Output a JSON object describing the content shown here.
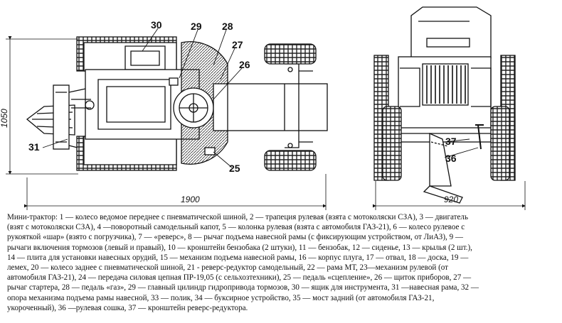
{
  "dimensions": {
    "height": "1050",
    "length": "1900",
    "width": "920"
  },
  "callouts": [
    "30",
    "29",
    "28",
    "27",
    "26",
    "31",
    "25",
    "37",
    "36"
  ],
  "caption_lines": [
    "Мини-трактор: 1 — колесо ведомое переднее с пневматической шиной, 2 — трапеция рулевая (взята с  мотоколяски СЗА), 3 — двигатель",
    "(взят с мотоколяски СЗА), 4 —поворотный самодельный капот, 5 — колонка рулевая (взята с автомобиля ГАЗ-21), 6 — колесо рулевое с",
    "рукояткой «шар» (взято с погрузчика), 7 — «реверс», 8 — рычаг подъема навесной рамы (с фиксирующим устройством, от ЛиАЗ), 9 —",
    "рычаги включения тормозов (левый и правый), 10 — кронштейн бензобака (2 штуки), 11 — бензобак, 12 — сиденье, 13 — крылья (2 шт.),",
    "14 — плита для установки навесных орудий, 15 — механизм подъема навесной рамы, 16 — корпус плуга, 17 — отвал, 18 — доска, 19 —",
    "лемех, 20 — колесо заднее с пневматической шиной, 21 - реверс-редуктор самодельный, 22 — рама МТ, 23—механизм рулевой (от",
    "автомобиля ГАЗ-21), 24 — передача силовая цепная ПР-19,05 (с сельхозтехники), 25 — педаль «сцепление», 26 — щиток приборов, 27 —",
    "рычаг стартера, 28 — педаль «газ», 29 — главный цилиндр гидропривода тормозов, 30 — ящик для инструмента, 31 —навесная рама, 32 —",
    "опора механизма подъема рамы навесной, 33 — полик, 34 — буксирное устройство, 35 — мост задний (от автомобиля ГАЗ-21,",
    "укороченный), 36 —рулевая сошка, 37 — кронштейн реверс-редуктора."
  ]
}
